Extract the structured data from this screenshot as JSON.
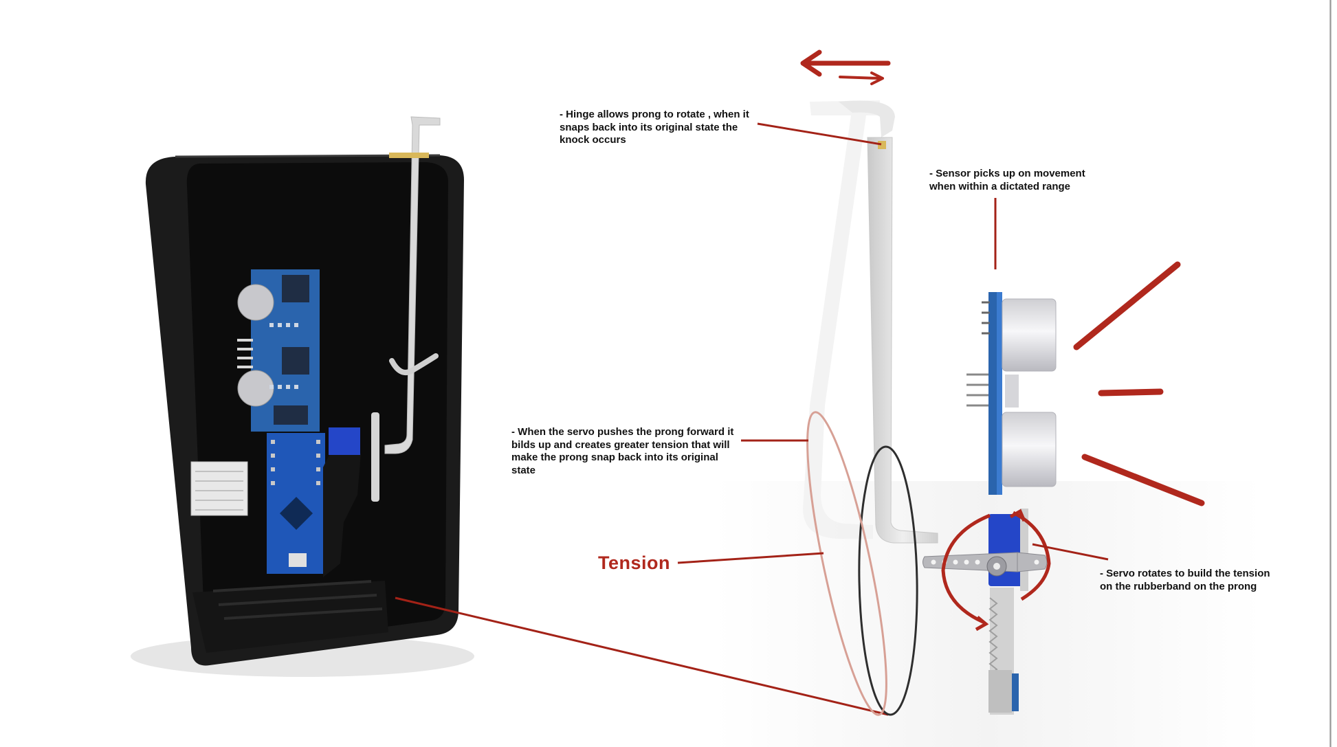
{
  "annotations": {
    "hinge": "- Hinge allows prong to rotate , when it\nsnaps back into its original state the\nknock occurs",
    "sensor": "- Sensor picks up on movement\nwhen within a dictated range",
    "servo_push": "- When the servo pushes the prong forward it\nbilds up and creates greater tension that will\nmake the prong snap back into its original\nstate",
    "servo_rotate": "- Servo rotates to build the tension\non the rubberband on the prong",
    "tension": "Tension"
  },
  "colors": {
    "accent_red": "#b0281d",
    "housing": "#1c1c1c",
    "pcb_blue": "#2a64ad",
    "servo_blue": "#2446c8",
    "prong": "#e6e6e6"
  }
}
